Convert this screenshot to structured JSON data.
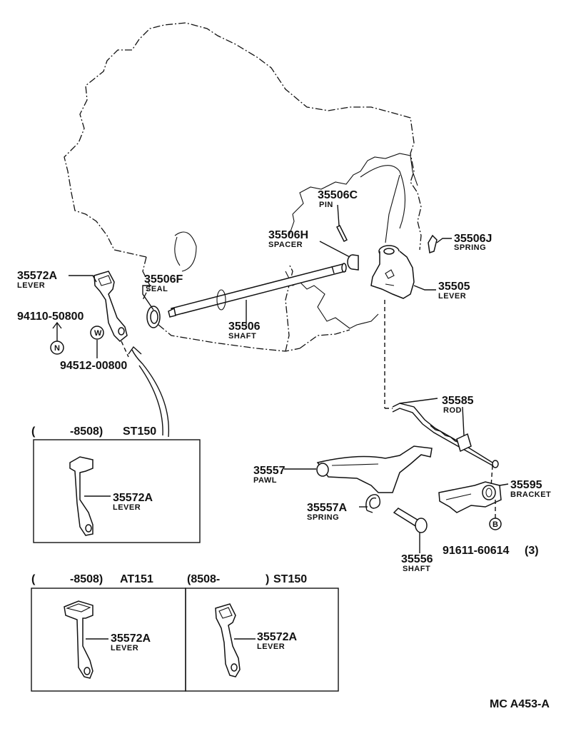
{
  "parts": [
    {
      "number": "35506C",
      "name": "PIN"
    },
    {
      "number": "35506H",
      "name": "SPACER"
    },
    {
      "number": "35506J",
      "name": "SPRING"
    },
    {
      "number": "35506F",
      "name": "SEAL"
    },
    {
      "number": "35572A",
      "name": "LEVER"
    },
    {
      "number": "35505",
      "name": "LEVER"
    },
    {
      "number": "35506",
      "name": "SHAFT"
    },
    {
      "number": "35585",
      "name": "ROD"
    },
    {
      "number": "35557",
      "name": "PAWL"
    },
    {
      "number": "35595",
      "name": "BRACKET"
    },
    {
      "number": "35557A",
      "name": "SPRING"
    },
    {
      "number": "35556",
      "name": "SHAFT"
    }
  ],
  "fasteners": [
    {
      "number": "94110-50800",
      "symbol": "N"
    },
    {
      "number": "94512-00800",
      "symbol": "W"
    },
    {
      "number": "91611-60614",
      "qty": "(3)",
      "symbol": "B"
    }
  ],
  "variants": [
    {
      "header_paren": "(",
      "header_range": "-8508)",
      "header_model": "ST150",
      "part": "35572A",
      "name": "LEVER"
    },
    {
      "header_paren": "(",
      "header_range": "-8508)",
      "header_model": "AT151",
      "part": "35572A",
      "name": "LEVER"
    },
    {
      "header_paren": "(8508-",
      "header_range": ")",
      "header_model": "ST150",
      "part": "35572A",
      "name": "LEVER"
    }
  ],
  "diagram_code": "MC A453-A"
}
